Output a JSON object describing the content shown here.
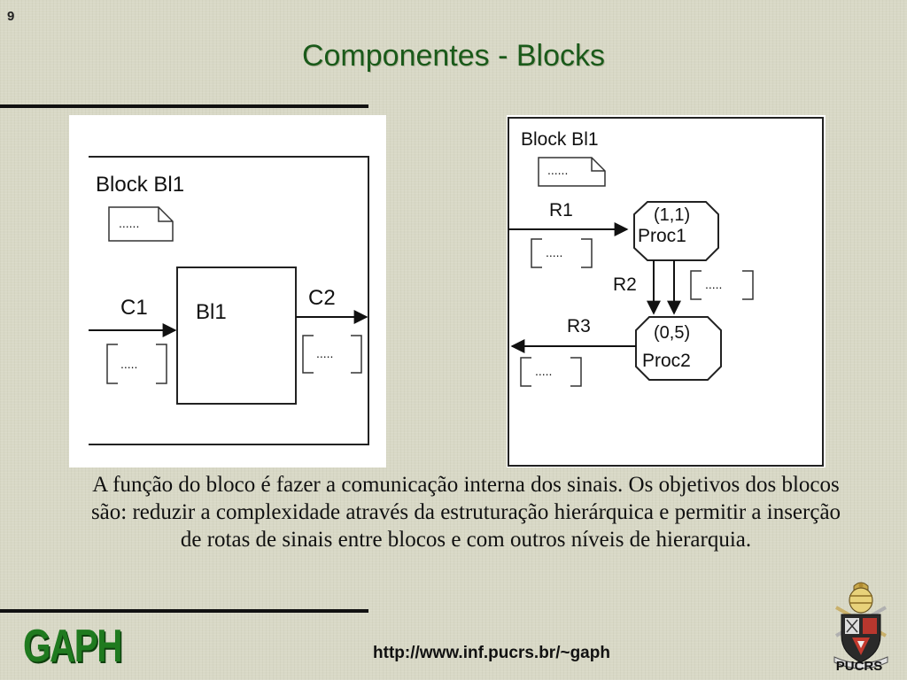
{
  "slide_number": "9",
  "title": "Componentes - Blocks",
  "diagram_left": {
    "block_label": "Block Bl1",
    "comment_text": "......",
    "inner_block_label": "Bl1",
    "channel_in": "C1",
    "channel_out": "C2",
    "signal_list_in": ".....",
    "signal_list_out": "....."
  },
  "diagram_right": {
    "block_label": "Block Bl1",
    "comment_text": "......",
    "route_1": "R1",
    "route_2": "R2",
    "route_3": "R3",
    "process_1_instances": "(1,1)",
    "process_1_name": "Proc1",
    "process_2_instances": "(0,5)",
    "process_2_name": "Proc2",
    "signal_list_r1": ".....",
    "signal_list_r2": ".....",
    "signal_list_r3": "....."
  },
  "body_text": "A função do bloco é fazer a comunicação interna dos sinais. Os objetivos dos blocos são: reduzir a complexidade através da estruturação hierárquica e permitir a inserção de rotas de sinais entre blocos e com outros níveis de hierarquia.",
  "footer": {
    "logo_left_text": "GAPH",
    "url": "http://www.inf.pucrs.br/~gaph",
    "logo_right_text": "PUCRS"
  },
  "colors": {
    "background": "#d8d8c6",
    "title": "#1a5a1a",
    "logo_green": "#1f7a1f"
  }
}
